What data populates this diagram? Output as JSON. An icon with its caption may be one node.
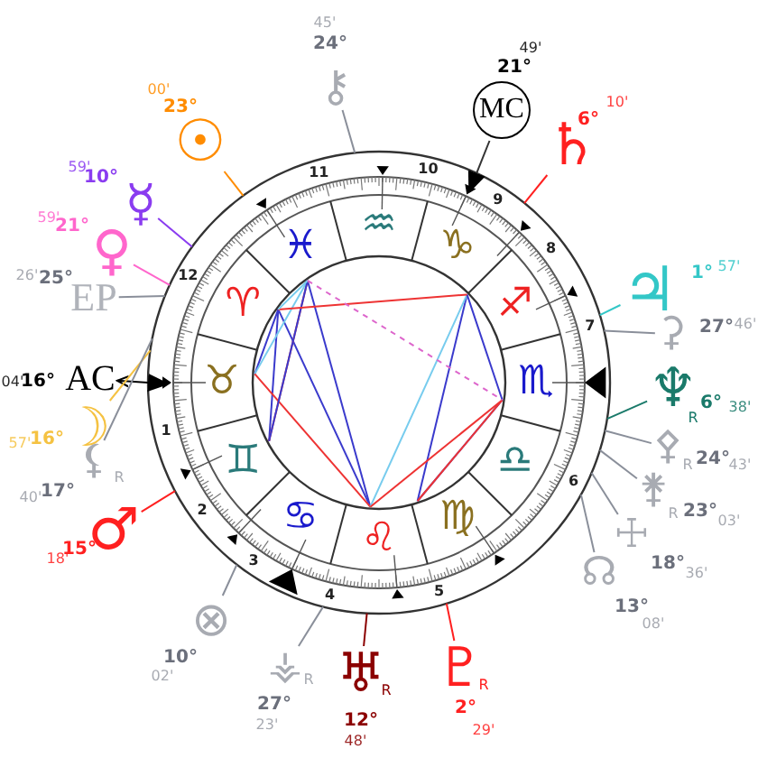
{
  "diagram": {
    "nodes": [
      {
        "text": [
          "⚷"
        ],
        "beside": [
          "24°",
          "45'"
        ]
      },
      {
        "text": [
          "☉"
        ],
        "beside": [
          "23°",
          "00'"
        ]
      },
      {
        "text": [
          "☿"
        ],
        "beside": [
          "10°",
          "59'"
        ]
      },
      {
        "text": [
          "♀"
        ],
        "beside": [
          "21°",
          "59'"
        ]
      },
      {
        "text": [
          "EP"
        ],
        "beside": [
          "25°",
          "26'"
        ]
      },
      {
        "text": [
          "AC"
        ],
        "beside": [
          "16°",
          "04'"
        ]
      },
      {
        "text": [
          "☽"
        ],
        "beside": [
          "16°",
          "57'"
        ]
      },
      {
        "text": [
          "⚸"
        ],
        "beside": [
          "R",
          "17°",
          "40'"
        ]
      },
      {
        "text": [
          "♂"
        ],
        "beside": [
          "15°",
          "18'"
        ]
      },
      {
        "text": [
          "⊗"
        ],
        "beside": [
          "10°",
          "02'"
        ]
      },
      {
        "text": [
          "⚶"
        ],
        "beside": [
          "R",
          "27°",
          "23'"
        ]
      },
      {
        "text": [
          "♅"
        ],
        "beside": [
          "R",
          "12°",
          "48'"
        ]
      },
      {
        "text": [
          "♇"
        ],
        "beside": [
          "R",
          "2°",
          "29'"
        ]
      },
      {
        "text": [
          "☊"
        ],
        "beside": [
          "13°",
          "08'"
        ]
      },
      {
        "text": [
          "☩"
        ],
        "beside": [
          "18°",
          "36'"
        ]
      },
      {
        "text": [
          "⚵"
        ],
        "beside": [
          "R",
          "23°",
          "03'"
        ]
      },
      {
        "text": [
          "⚴"
        ],
        "beside": [
          "R",
          "24°",
          "43'"
        ]
      },
      {
        "text": [
          "♆"
        ],
        "beside": [
          "R",
          "6°",
          "38'"
        ]
      },
      {
        "text": [
          "⚳"
        ],
        "beside": [
          "27°",
          "46'"
        ]
      },
      {
        "text": [
          "♃"
        ],
        "beside": [
          "1°",
          "57'"
        ]
      },
      {
        "text": [
          "♄"
        ],
        "beside": [
          "6°",
          "10'"
        ]
      },
      {
        "text": [
          "MC"
        ],
        "beside": [
          "21°",
          "49'"
        ]
      },
      {
        "text": [],
        "shape": "circle"
      }
    ],
    "edges": [
      {
        "from": 0,
        "to": 22,
        "arrow": "none"
      },
      {
        "from": 1,
        "to": 22,
        "arrow": "none",
        "color": "#ff8c00"
      },
      {
        "from": 2,
        "to": 22,
        "arrow": "none",
        "color": "#8a3cf0"
      },
      {
        "from": 3,
        "to": 22,
        "arrow": "none",
        "color": "#ff66cc"
      },
      {
        "from": 4,
        "to": 22,
        "arrow": "none"
      },
      {
        "from": 22,
        "to": 5,
        "arrow": "both",
        "color": "#000000"
      },
      {
        "from": 6,
        "to": 22,
        "arrow": "none",
        "color": "#f5c242"
      },
      {
        "from": 7,
        "to": 22,
        "arrow": "none"
      },
      {
        "from": 8,
        "to": 22,
        "arrow": "none",
        "color": "#ff2020"
      },
      {
        "from": 9,
        "to": 22,
        "arrow": "none"
      },
      {
        "from": 10,
        "to": 22,
        "arrow": "none"
      },
      {
        "from": 11,
        "to": 22,
        "arrow": "none",
        "color": "#8b0000"
      },
      {
        "from": 12,
        "to": 22,
        "arrow": "none",
        "color": "#ff2020"
      },
      {
        "from": 13,
        "to": 22,
        "arrow": "none"
      },
      {
        "from": 14,
        "to": 22,
        "arrow": "none"
      },
      {
        "from": 15,
        "to": 22,
        "arrow": "none"
      },
      {
        "from": 16,
        "to": 22,
        "arrow": "none"
      },
      {
        "from": 17,
        "to": 22,
        "arrow": "none",
        "color": "#1a7a6a"
      },
      {
        "from": 18,
        "to": 22,
        "arrow": "none"
      },
      {
        "from": 19,
        "to": 22,
        "arrow": "none",
        "color": "#33c7c7"
      },
      {
        "from": 20,
        "to": 22,
        "arrow": "none",
        "color": "#ff2020"
      },
      {
        "from": 21,
        "to": 22,
        "arrow": "to",
        "color": "#333333"
      }
    ],
    "labels": [
      "♒",
      "♑",
      "♐",
      "♏",
      "♎",
      "♍",
      "♌",
      "♋",
      "♊",
      "♉",
      "♈",
      "♓",
      "1",
      "2",
      "3",
      "4",
      "5",
      "6",
      "7",
      "8",
      "9",
      "10",
      "11",
      "12"
    ]
  }
}
